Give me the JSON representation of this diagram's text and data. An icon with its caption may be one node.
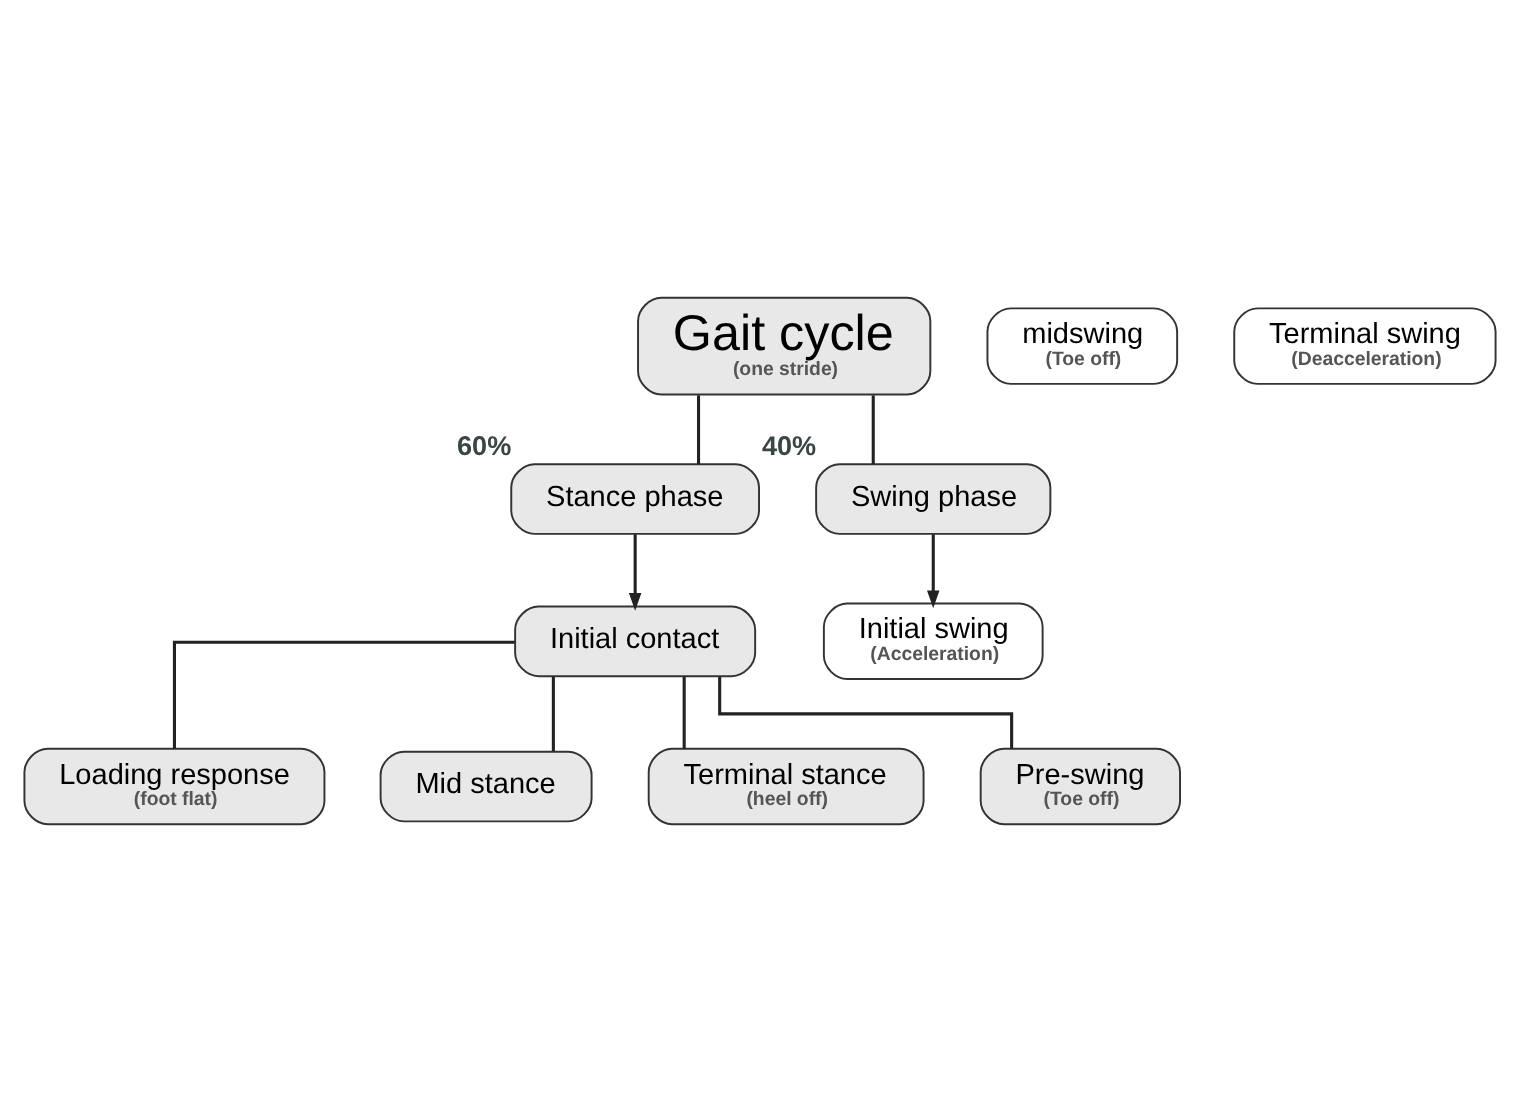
{
  "diagram": {
    "nodes": [
      {
        "text": [
          "Gait cycle",
          "(one stride)"
        ]
      },
      {
        "text": [
          "Stance phase"
        ],
        "beside": [
          "60%"
        ]
      },
      {
        "text": [
          "Swing phase"
        ],
        "beside": [
          "40%"
        ]
      },
      {
        "text": [
          "Initial contact"
        ]
      },
      {
        "text": [
          "Loading response",
          "(foot flat)"
        ]
      },
      {
        "text": [
          "Mid stance"
        ]
      },
      {
        "text": [
          "Terminal stance",
          "(heel off)"
        ]
      },
      {
        "text": [
          "Pre-swing",
          "(Toe off)"
        ]
      },
      {
        "text": [
          "Initial swing",
          "(Acceleration)"
        ]
      },
      {
        "text": [
          "midswing",
          "(Toe off)"
        ]
      },
      {
        "text": [
          "Terminal swing",
          "(Deacceleration)"
        ]
      }
    ],
    "edges": [
      {
        "from": 0,
        "to": 1,
        "arrow": "none"
      },
      {
        "from": 0,
        "to": 2,
        "arrow": "none"
      },
      {
        "from": 1,
        "to": 3,
        "arrow": "to"
      },
      {
        "from": 2,
        "to": 8,
        "arrow": "to"
      },
      {
        "from": 3,
        "to": 4,
        "arrow": "none"
      },
      {
        "from": 3,
        "to": 5,
        "arrow": "none"
      },
      {
        "from": 3,
        "to": 6,
        "arrow": "none"
      },
      {
        "from": 3,
        "to": 7,
        "arrow": "none"
      }
    ]
  }
}
